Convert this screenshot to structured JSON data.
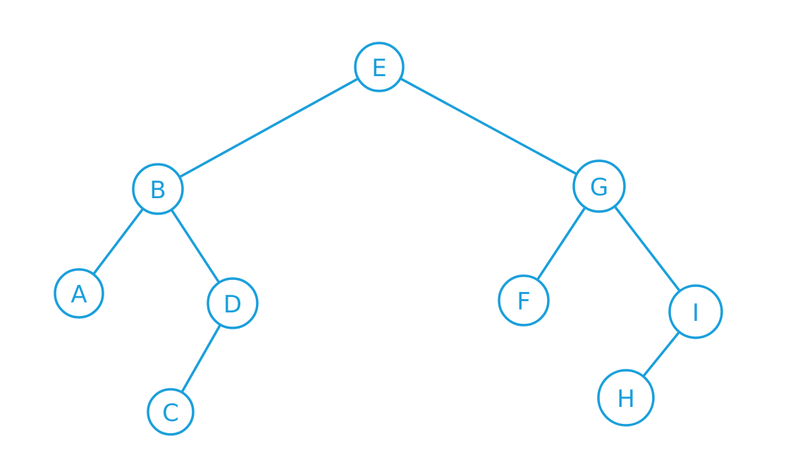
{
  "colors": {
    "accent": "#1a9fdb",
    "background": "#ffffff"
  },
  "tree": {
    "nodes": [
      {
        "id": "E",
        "label": "E"
      },
      {
        "id": "B",
        "label": "B"
      },
      {
        "id": "G",
        "label": "G"
      },
      {
        "id": "A",
        "label": "A"
      },
      {
        "id": "D",
        "label": "D"
      },
      {
        "id": "C",
        "label": "C"
      },
      {
        "id": "F",
        "label": "F"
      },
      {
        "id": "I",
        "label": "I"
      },
      {
        "id": "H",
        "label": "H"
      }
    ],
    "edges": [
      {
        "from": "E",
        "to": "B"
      },
      {
        "from": "E",
        "to": "G"
      },
      {
        "from": "B",
        "to": "A"
      },
      {
        "from": "B",
        "to": "D"
      },
      {
        "from": "D",
        "to": "C"
      },
      {
        "from": "G",
        "to": "F"
      },
      {
        "from": "G",
        "to": "I"
      },
      {
        "from": "I",
        "to": "H"
      }
    ]
  }
}
